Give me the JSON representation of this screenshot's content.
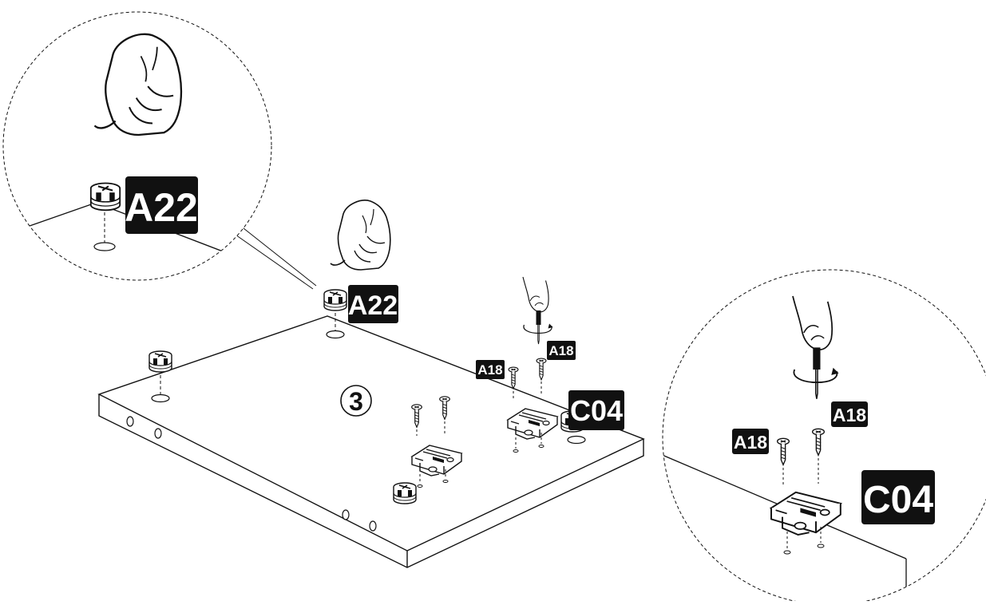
{
  "step": {
    "number": "3"
  },
  "labels": {
    "cam_lock_part": "A22",
    "screw_part": "A18",
    "hinge_plate_part": "C04"
  },
  "colors": {
    "line": "#111111",
    "label_bg": "#111111",
    "label_text": "#ffffff",
    "background": "#ffffff"
  },
  "icons": [
    "hand-pressing-icon",
    "screwdriver-hand-icon",
    "cam-lock-fitting-icon",
    "wood-screw-icon",
    "hinge-mounting-plate-icon",
    "rotation-arrow-icon"
  ]
}
